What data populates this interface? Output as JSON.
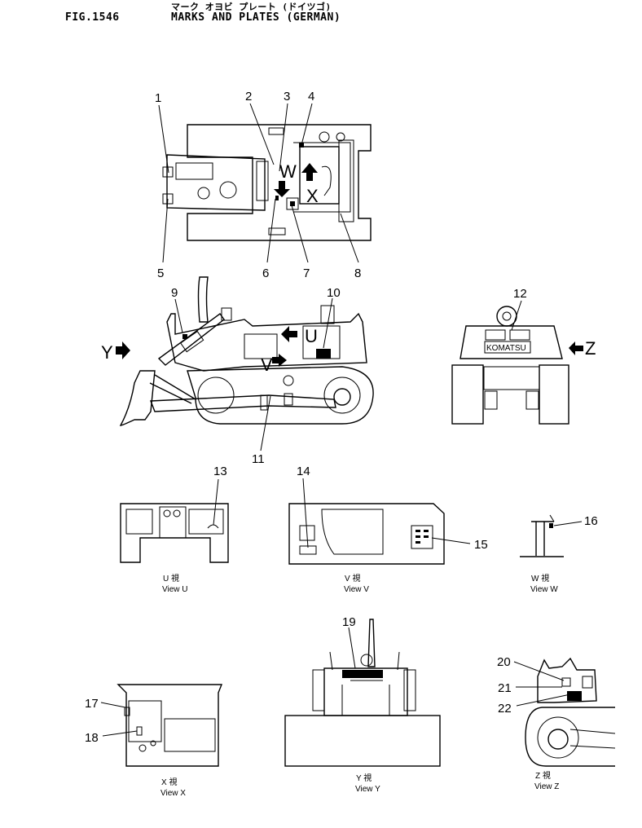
{
  "header": {
    "fig_number": "FIG.1546",
    "title_jp": "マーク オヨビ プレート (ドイツゴ)",
    "title_en": "MARKS AND PLATES (GERMAN)"
  },
  "callouts": [
    "1",
    "2",
    "3",
    "4",
    "5",
    "6",
    "7",
    "8",
    "9",
    "10",
    "11",
    "12",
    "13",
    "14",
    "15",
    "16",
    "17",
    "18",
    "19",
    "20",
    "21",
    "22"
  ],
  "view_letters": {
    "w": "W",
    "x": "X",
    "y": "Y",
    "u": "U",
    "v": "V",
    "z": "Z"
  },
  "views": {
    "u": {
      "jp": "U 視",
      "en": "View U"
    },
    "v": {
      "jp": "V 視",
      "en": "View V"
    },
    "w": {
      "jp": "W 視",
      "en": "View W"
    },
    "x": {
      "jp": "X 視",
      "en": "View X"
    },
    "y": {
      "jp": "Y 視",
      "en": "View Y"
    },
    "z": {
      "jp": "Z 視",
      "en": "View Z"
    }
  },
  "plate_text": "KOMATSU"
}
